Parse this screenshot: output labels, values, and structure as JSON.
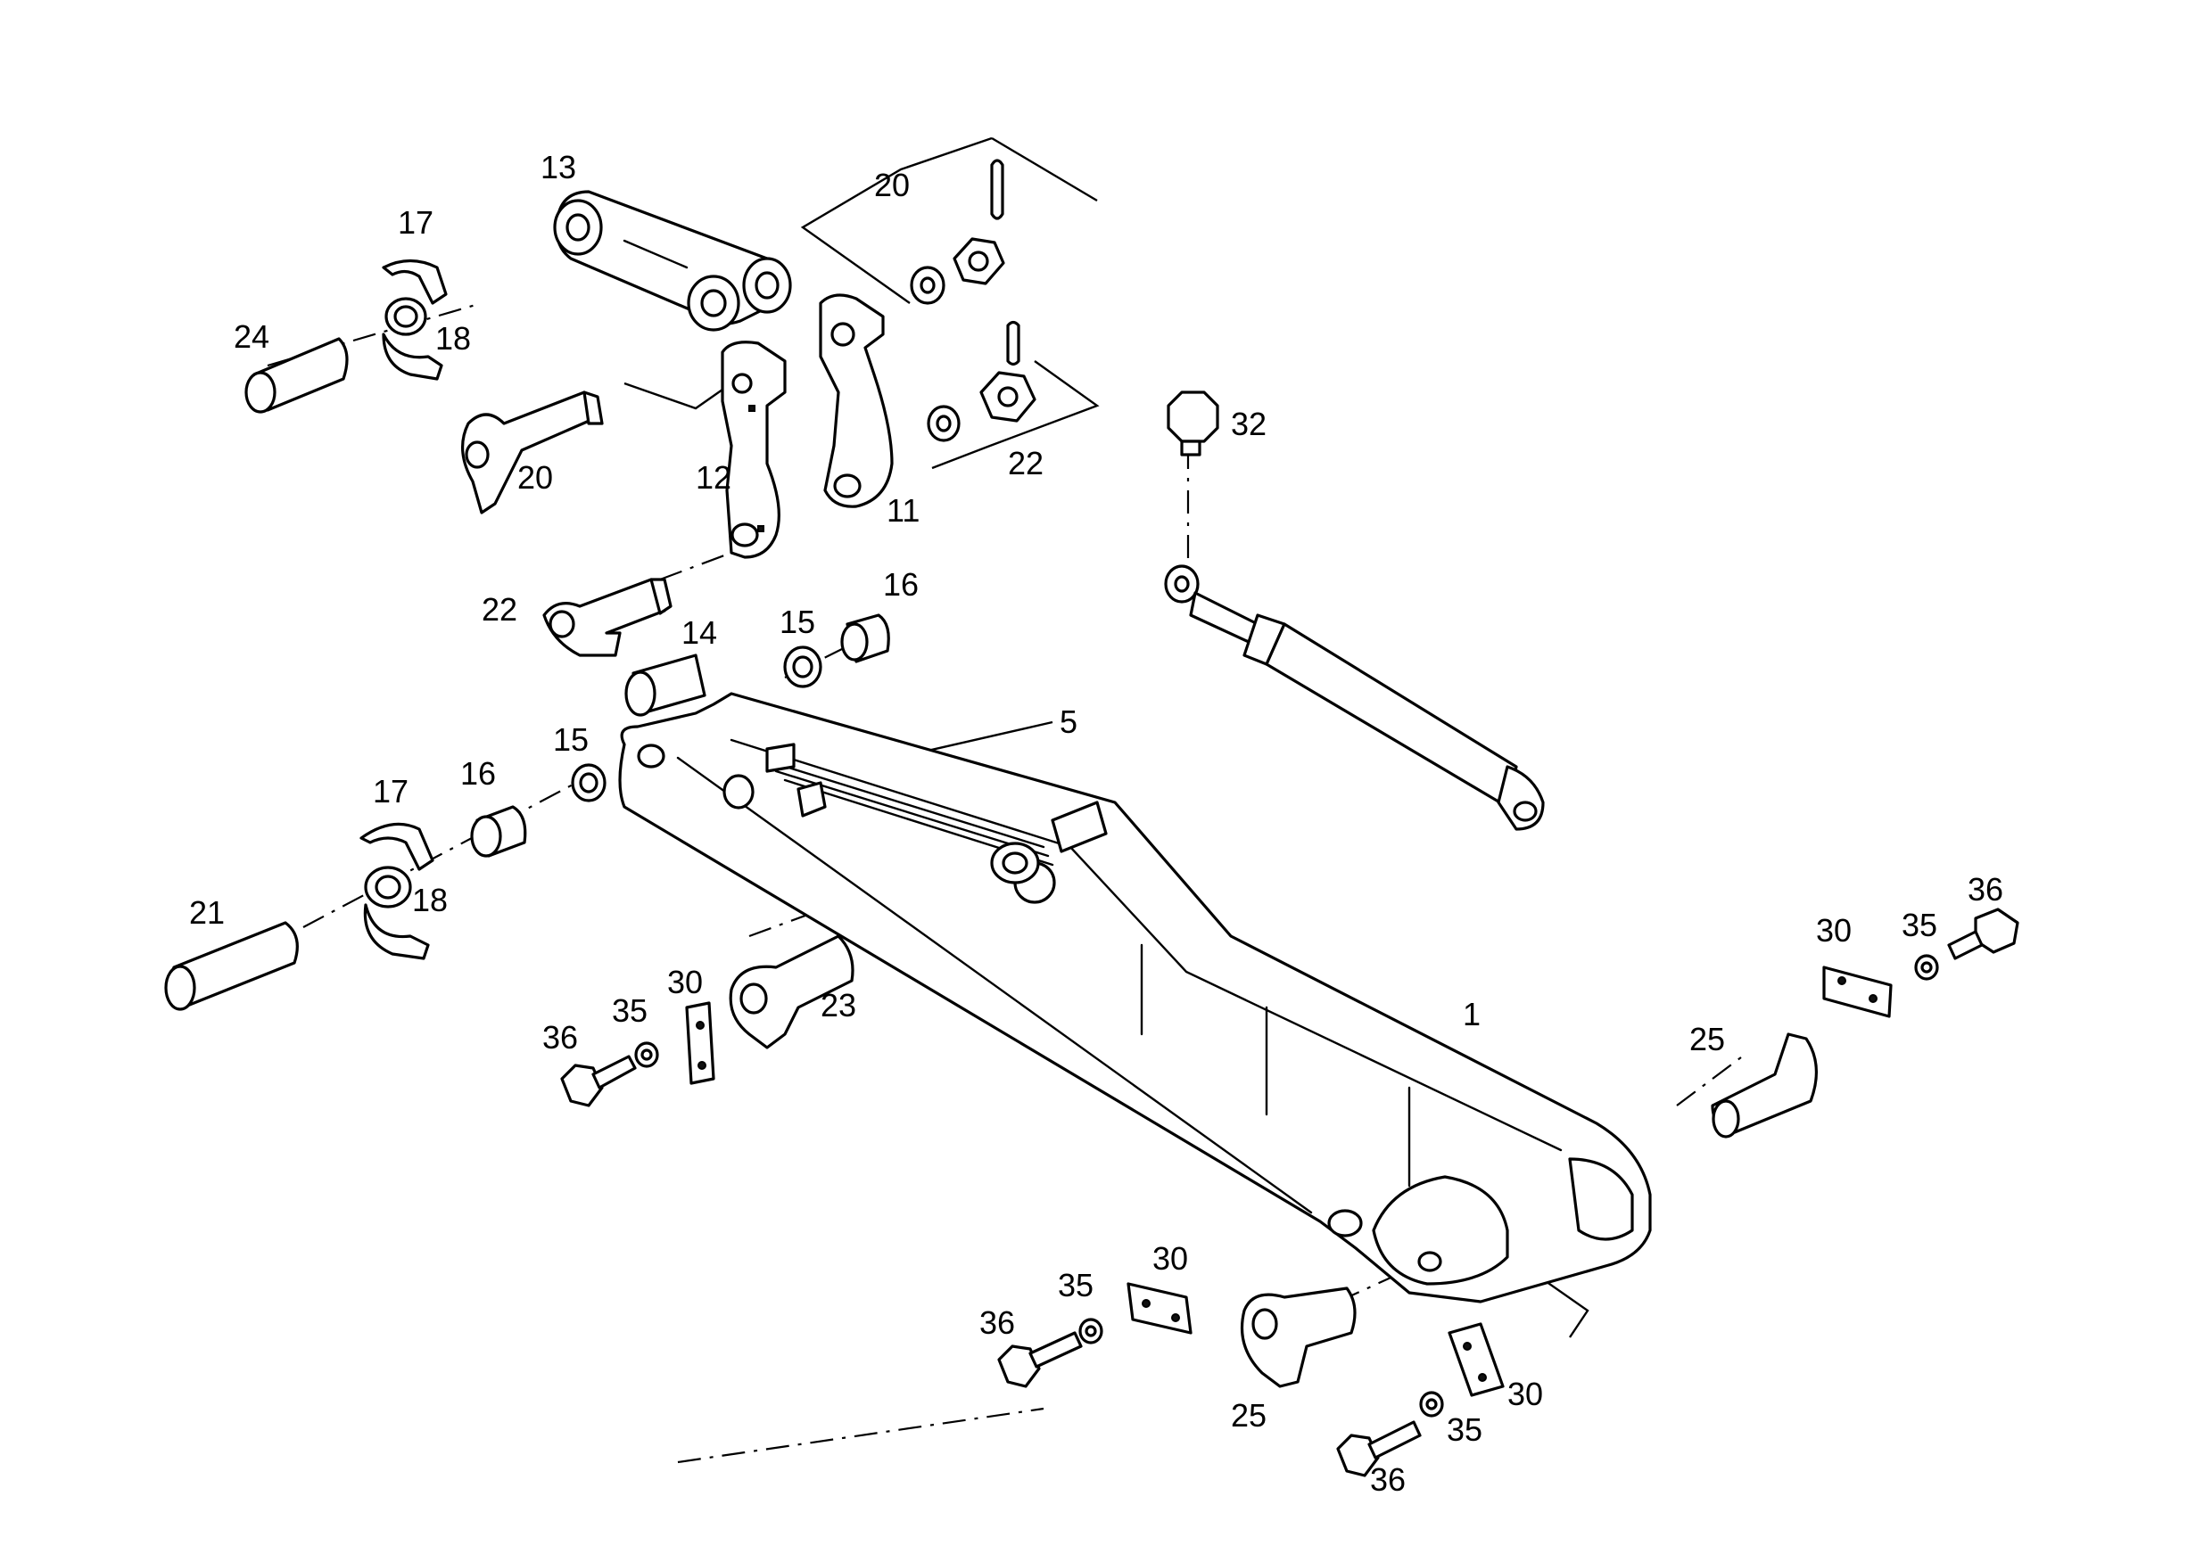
{
  "diagram": {
    "callouts": [
      {
        "id": "c1",
        "text": "1"
      },
      {
        "id": "c5",
        "text": "5"
      },
      {
        "id": "c11",
        "text": "11"
      },
      {
        "id": "c12",
        "text": "12"
      },
      {
        "id": "c13",
        "text": "13"
      },
      {
        "id": "c14",
        "text": "14"
      },
      {
        "id": "c15a",
        "text": "15"
      },
      {
        "id": "c15b",
        "text": "15"
      },
      {
        "id": "c16a",
        "text": "16"
      },
      {
        "id": "c16b",
        "text": "16"
      },
      {
        "id": "c17a",
        "text": "17"
      },
      {
        "id": "c17b",
        "text": "17"
      },
      {
        "id": "c18a",
        "text": "18"
      },
      {
        "id": "c18b",
        "text": "18"
      },
      {
        "id": "c20a",
        "text": "20"
      },
      {
        "id": "c20b",
        "text": "20"
      },
      {
        "id": "c21",
        "text": "21"
      },
      {
        "id": "c22a",
        "text": "22"
      },
      {
        "id": "c22b",
        "text": "22"
      },
      {
        "id": "c23",
        "text": "23"
      },
      {
        "id": "c24",
        "text": "24"
      },
      {
        "id": "c25a",
        "text": "25"
      },
      {
        "id": "c25b",
        "text": "25"
      },
      {
        "id": "c30a",
        "text": "30"
      },
      {
        "id": "c30b",
        "text": "30"
      },
      {
        "id": "c30c",
        "text": "30"
      },
      {
        "id": "c30d",
        "text": "30"
      },
      {
        "id": "c32",
        "text": "32"
      },
      {
        "id": "c35a",
        "text": "35"
      },
      {
        "id": "c35b",
        "text": "35"
      },
      {
        "id": "c35c",
        "text": "35"
      },
      {
        "id": "c35d",
        "text": "35"
      },
      {
        "id": "c36a",
        "text": "36"
      },
      {
        "id": "c36b",
        "text": "36"
      },
      {
        "id": "c36c",
        "text": "36"
      },
      {
        "id": "c36d",
        "text": "36"
      }
    ]
  }
}
